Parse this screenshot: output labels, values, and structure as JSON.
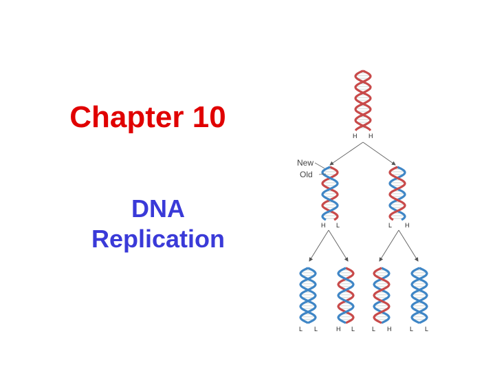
{
  "slide": {
    "title": "Chapter 10",
    "subtitle_line1": "DNA",
    "subtitle_line2": "Replication"
  },
  "diagram": {
    "legend_new": "New",
    "legend_old": "Old",
    "top_labels": [
      "H",
      "H"
    ],
    "gen1_left_labels": [
      "H",
      "L"
    ],
    "gen1_right_labels": [
      "L",
      "H"
    ],
    "gen2_labels": [
      [
        "L",
        "L"
      ],
      [
        "H",
        "L"
      ],
      [
        "L",
        "H"
      ],
      [
        "L",
        "L"
      ]
    ],
    "colors": {
      "heavy_strand": "#c84a4a",
      "light_strand": "#3f86c6",
      "title": "#e00000",
      "subtitle": "#3a3ad8"
    }
  }
}
